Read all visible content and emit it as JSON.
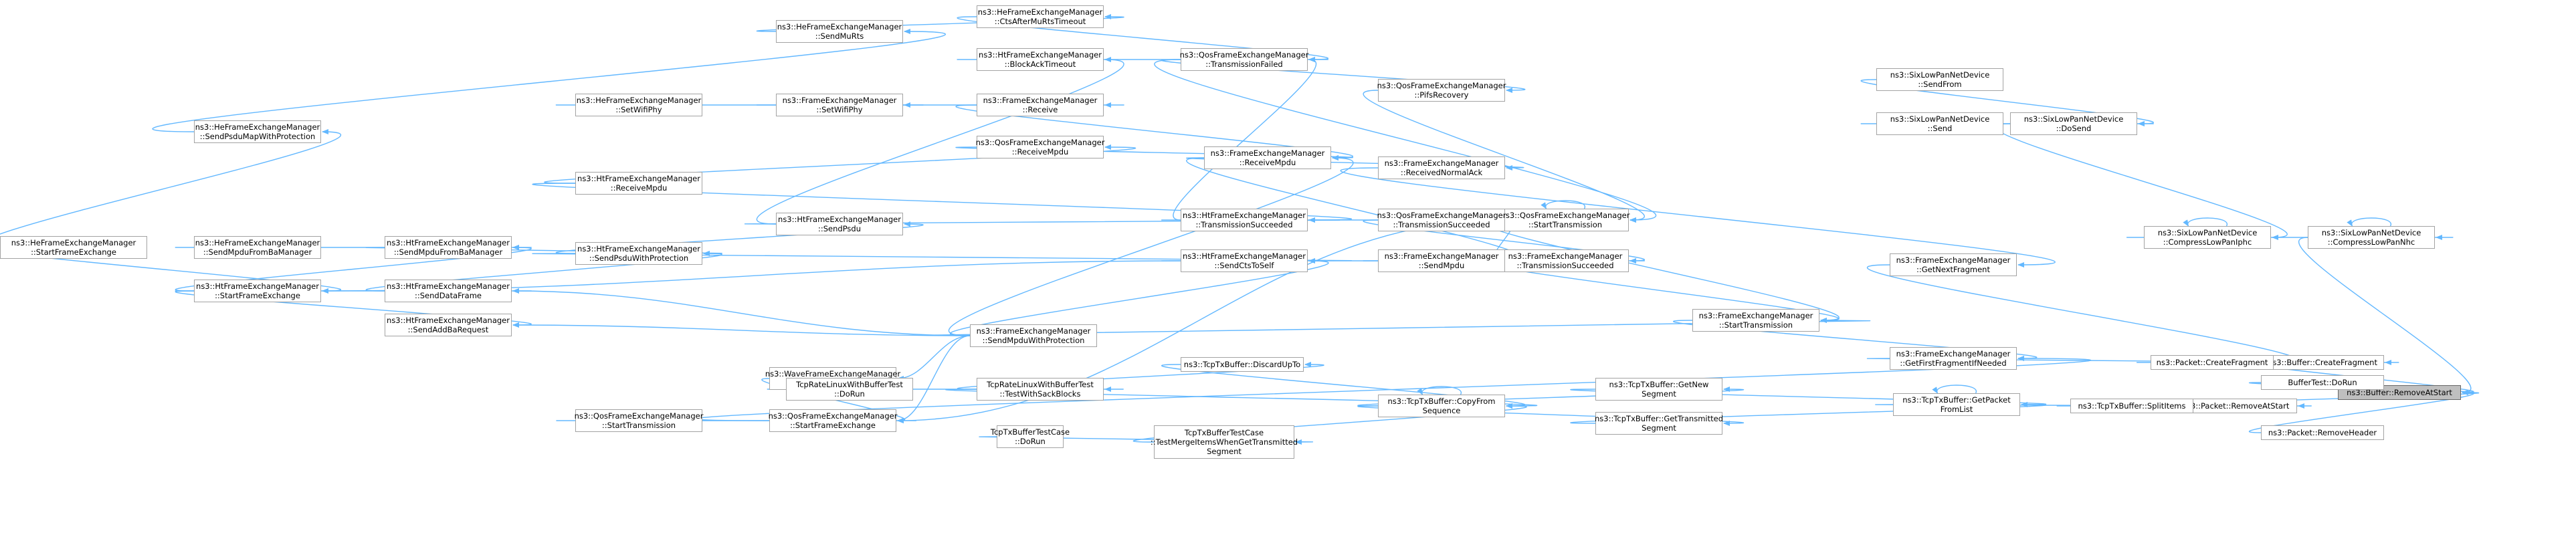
{
  "graph": {
    "nodes": [
      {
        "id": "n1",
        "lines": [
          "ns3::Buffer::RemoveAtStart"
        ],
        "root": true
      },
      {
        "id": "n2",
        "lines": [
          "ns3::Buffer::CreateFragment"
        ]
      },
      {
        "id": "n3",
        "lines": [
          "BufferTest::DoRun"
        ]
      },
      {
        "id": "n4",
        "lines": [
          "ns3::Packet::RemoveAtStart"
        ]
      },
      {
        "id": "n5",
        "lines": [
          "ns3::Packet::RemoveHeader"
        ]
      },
      {
        "id": "n6",
        "lines": [
          "ns3::SixLowPanNetDevice",
          "::CompressLowPanNhc"
        ]
      },
      {
        "id": "n7",
        "lines": [
          "ns3::Packet::CreateFragment"
        ]
      },
      {
        "id": "n8",
        "lines": [
          "ns3::TcpTxBuffer::SplitItems"
        ]
      },
      {
        "id": "n9",
        "lines": [
          "ns3::SixLowPanNetDevice",
          "::CompressLowPanIphc"
        ]
      },
      {
        "id": "n10",
        "lines": [
          "ns3::SixLowPanNetDevice",
          "::DoSend"
        ]
      },
      {
        "id": "n11",
        "lines": [
          "ns3::SixLowPanNetDevice",
          "::SendFrom"
        ]
      },
      {
        "id": "n12",
        "lines": [
          "ns3::SixLowPanNetDevice",
          "::Send"
        ]
      },
      {
        "id": "n13",
        "lines": [
          "ns3::FrameExchangeManager",
          "::GetNextFragment"
        ]
      },
      {
        "id": "n14",
        "lines": [
          "ns3::FrameExchangeManager",
          "::GetFirstFragmentIfNeeded"
        ]
      },
      {
        "id": "n15",
        "lines": [
          "ns3::TcpTxBuffer::GetPacket",
          "FromList"
        ]
      },
      {
        "id": "n16",
        "lines": [
          "ns3::FrameExchangeManager",
          "::ReceivedNormalAck"
        ]
      },
      {
        "id": "n17",
        "lines": [
          "ns3::FrameExchangeManager",
          "::StartTransmission"
        ]
      },
      {
        "id": "n18",
        "lines": [
          "ns3::QosFrameExchangeManager",
          "::StartFrameExchange"
        ]
      },
      {
        "id": "n19",
        "lines": [
          "ns3::TcpTxBuffer::GetNew",
          "Segment"
        ]
      },
      {
        "id": "n20",
        "lines": [
          "ns3::TcpTxBuffer::GetTransmitted",
          "Segment"
        ]
      },
      {
        "id": "n21",
        "lines": [
          "ns3::FrameExchangeManager",
          "::ReceiveMpdu"
        ]
      },
      {
        "id": "n22",
        "lines": [
          "ns3::QosFrameExchangeManager",
          "::StartTransmission"
        ]
      },
      {
        "id": "n23",
        "lines": [
          "ns3::FrameExchangeManager",
          "::TransmissionSucceeded"
        ]
      },
      {
        "id": "n24",
        "lines": [
          "ns3::FrameExchangeManager",
          "::SendMpduWithProtection"
        ]
      },
      {
        "id": "n25",
        "lines": [
          "ns3::TcpTxBuffer::CopyFrom",
          "Sequence"
        ]
      },
      {
        "id": "n26",
        "lines": [
          "ns3::QosFrameExchangeManager",
          "::PifsRecovery"
        ]
      },
      {
        "id": "n27",
        "lines": [
          "ns3::QosFrameExchangeManager",
          "::TransmissionSucceeded"
        ]
      },
      {
        "id": "n28",
        "lines": [
          "ns3::FrameExchangeManager",
          "::SendMpdu"
        ]
      },
      {
        "id": "n29",
        "lines": [
          "ns3::HtFrameExchangeManager",
          "::SendCtsToSelf"
        ]
      },
      {
        "id": "n30",
        "lines": [
          "ns3::HtFrameExchangeManager",
          "::TransmissionSucceeded"
        ]
      },
      {
        "id": "n31",
        "lines": [
          "ns3::QosFrameExchangeManager",
          "::TransmissionFailed"
        ]
      },
      {
        "id": "n32",
        "lines": [
          "ns3::TcpTxBuffer::DiscardUpTo"
        ]
      },
      {
        "id": "n33",
        "lines": [
          "TcpRateLinuxWithBufferTest",
          "::TestWithSackBlocks"
        ]
      },
      {
        "id": "n34",
        "lines": [
          "TcpTxBufferTestCase",
          "::TestMergeItemsWhenGetTransmitted",
          "Segment"
        ]
      },
      {
        "id": "n35",
        "lines": [
          "ns3::HeFrameExchangeManager",
          "::CtsAfterMuRtsTimeout"
        ]
      },
      {
        "id": "n36",
        "lines": [
          "ns3::HtFrameExchangeManager",
          "::BlockAckTimeout"
        ]
      },
      {
        "id": "n37",
        "lines": [
          "ns3::FrameExchangeManager",
          "::Receive"
        ]
      },
      {
        "id": "n38",
        "lines": [
          "ns3::QosFrameExchangeManager",
          "::ReceiveMpdu"
        ]
      },
      {
        "id": "n39",
        "lines": [
          "ns3::HtFrameExchangeManager",
          "::SendPsdu"
        ]
      },
      {
        "id": "n40",
        "lines": [
          "ns3::HtFrameExchangeManager",
          "::SendPsduWithProtection"
        ]
      },
      {
        "id": "n41",
        "lines": [
          "ns3::WaveFrameExchangeManager",
          "::StartTransmission"
        ]
      },
      {
        "id": "n42",
        "lines": [
          "ns3::QosFrameExchangeManager",
          "::StartTransmission"
        ]
      },
      {
        "id": "n43",
        "lines": [
          "TcpRateLinuxWithBufferTest",
          "::DoRun"
        ]
      },
      {
        "id": "n44",
        "lines": [
          "TcpTxBufferTestCase",
          "::DoRun"
        ]
      },
      {
        "id": "n45",
        "lines": [
          "ns3::HeFrameExchangeManager",
          "::SendMuRts"
        ]
      },
      {
        "id": "n46",
        "lines": [
          "ns3::FrameExchangeManager",
          "::SetWifiPhy"
        ]
      },
      {
        "id": "n47",
        "lines": [
          "ns3::HtFrameExchangeManager",
          "::ReceiveMpdu"
        ]
      },
      {
        "id": "n48",
        "lines": [
          "ns3::HtFrameExchangeManager",
          "::SendMpduFromBaManager"
        ]
      },
      {
        "id": "n49",
        "lines": [
          "ns3::HtFrameExchangeManager",
          "::SendDataFrame"
        ]
      },
      {
        "id": "n50",
        "lines": [
          "ns3::HtFrameExchangeManager",
          "::SendAddBaRequest"
        ]
      },
      {
        "id": "n51",
        "lines": [
          "ns3::HeFrameExchangeManager",
          "::SendPsduMapWithProtection"
        ]
      },
      {
        "id": "n52",
        "lines": [
          "ns3::HeFrameExchangeManager",
          "::SetWifiPhy"
        ]
      },
      {
        "id": "n53",
        "lines": [
          "ns3::HeFrameExchangeManager",
          "::SendMpduFromBaManager"
        ]
      },
      {
        "id": "n54",
        "lines": [
          "ns3::HtFrameExchangeManager",
          "::StartFrameExchange"
        ]
      },
      {
        "id": "n55",
        "lines": [
          "ns3::HeFrameExchangeManager",
          "::StartFrameExchange"
        ]
      }
    ],
    "edges": [
      [
        "n2",
        "n1"
      ],
      [
        "n3",
        "n1"
      ],
      [
        "n4",
        "n1"
      ],
      [
        "n5",
        "n1"
      ],
      [
        "n6",
        "n1"
      ],
      [
        "n7",
        "n2"
      ],
      [
        "n8",
        "n4"
      ],
      [
        "n6",
        "n6"
      ],
      [
        "n9",
        "n6"
      ],
      [
        "n13",
        "n7"
      ],
      [
        "n14",
        "n7"
      ],
      [
        "n15",
        "n8"
      ],
      [
        "n9",
        "n9"
      ],
      [
        "n10",
        "n9"
      ],
      [
        "n11",
        "n10"
      ],
      [
        "n12",
        "n10"
      ],
      [
        "n16",
        "n13"
      ],
      [
        "n17",
        "n14"
      ],
      [
        "n18",
        "n14"
      ],
      [
        "n15",
        "n15"
      ],
      [
        "n19",
        "n15"
      ],
      [
        "n20",
        "n15"
      ],
      [
        "n21",
        "n16"
      ],
      [
        "n22",
        "n17"
      ],
      [
        "n23",
        "n17"
      ],
      [
        "n24",
        "n17"
      ],
      [
        "n22",
        "n18"
      ],
      [
        "n41",
        "n18"
      ],
      [
        "n25",
        "n19"
      ],
      [
        "n25",
        "n20"
      ],
      [
        "n26",
        "n22"
      ],
      [
        "n31",
        "n22"
      ],
      [
        "n22",
        "n22"
      ],
      [
        "n27",
        "n23"
      ],
      [
        "n28",
        "n23"
      ],
      [
        "n23",
        "n27"
      ],
      [
        "n30",
        "n27"
      ],
      [
        "n29",
        "n28"
      ],
      [
        "n21",
        "n28"
      ],
      [
        "n24",
        "n29"
      ],
      [
        "n24",
        "n21"
      ],
      [
        "n37",
        "n21"
      ],
      [
        "n38",
        "n21"
      ],
      [
        "n25",
        "n25"
      ],
      [
        "n32",
        "n25"
      ],
      [
        "n33",
        "n25"
      ],
      [
        "n34",
        "n25"
      ],
      [
        "n31",
        "n26"
      ],
      [
        "n35",
        "n31"
      ],
      [
        "n36",
        "n31"
      ],
      [
        "n30",
        "n31"
      ],
      [
        "n39",
        "n30"
      ],
      [
        "n40",
        "n29"
      ],
      [
        "n39",
        "n36"
      ],
      [
        "n47",
        "n38"
      ],
      [
        "n40",
        "n39"
      ],
      [
        "n48",
        "n40"
      ],
      [
        "n49",
        "n40"
      ],
      [
        "n54",
        "n48"
      ],
      [
        "n54",
        "n49"
      ],
      [
        "n54",
        "n50"
      ],
      [
        "n55",
        "n54"
      ],
      [
        "n53",
        "n48"
      ],
      [
        "n55",
        "n51"
      ],
      [
        "n51",
        "n45"
      ],
      [
        "n45",
        "n35"
      ],
      [
        "n52",
        "n46"
      ],
      [
        "n46",
        "n37"
      ],
      [
        "n33",
        "n32"
      ],
      [
        "n43",
        "n33"
      ],
      [
        "n44",
        "n34"
      ],
      [
        "n42",
        "n18"
      ],
      [
        "n24",
        "n49"
      ],
      [
        "n24",
        "n50"
      ],
      [
        "n24",
        "n41"
      ],
      [
        "n24",
        "n18"
      ],
      [
        "n47",
        "n30"
      ],
      [
        "n29",
        "n54"
      ]
    ]
  }
}
